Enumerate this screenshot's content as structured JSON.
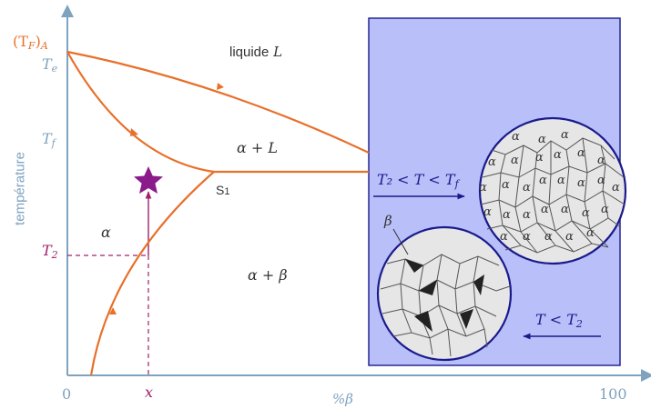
{
  "colors": {
    "axis": "#7fa3bf",
    "curve": "#e8702a",
    "magenta": "#a0206a",
    "star": "#8b1a8b",
    "panel_fill": "#b8bff9",
    "panel_border": "#1a1a8c",
    "grain_fill": "#e6e6e6",
    "grain_line": "#555555",
    "beta_fill": "#222222",
    "text_dark": "#333333",
    "text_blue": "#1a1a8c"
  },
  "axes": {
    "y_label": "température",
    "x_label": "%β",
    "x_zero": "0",
    "x_hundred": "100",
    "x_marker": "x"
  },
  "temperature_marks": {
    "tfa": "(T",
    "tfa_sub": "F",
    "tfa_tail": ")",
    "tfa_sub2": "A",
    "te": "T",
    "te_sub": "e",
    "tf": "T",
    "tf_sub": "f",
    "t2": "T",
    "t2_sub": "2"
  },
  "regions": {
    "liquid": "liquide",
    "liquid_symbol": "L",
    "alpha_liquid": "α + L",
    "alpha": "α",
    "alpha_beta": "α + β",
    "s1": "S",
    "s1_sub": "1"
  },
  "panel": {
    "top_condition": "T₂ < T < T",
    "top_condition_sub": "f",
    "bottom_condition": "T < T",
    "bottom_condition_sub": "2",
    "beta_label": "β",
    "grain_label": "α"
  }
}
